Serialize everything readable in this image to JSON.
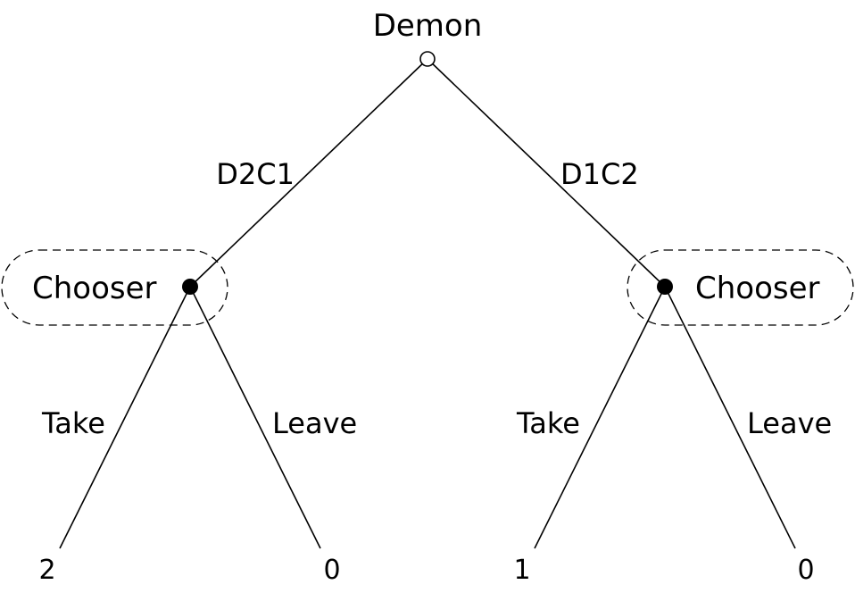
{
  "root": {
    "label": "Demon"
  },
  "branches": [
    {
      "edge_label": "D2C1",
      "player": "Chooser",
      "moves": [
        {
          "label": "Take",
          "payoff": "2"
        },
        {
          "label": "Leave",
          "payoff": "0"
        }
      ]
    },
    {
      "edge_label": "D1C2",
      "player": "Chooser",
      "moves": [
        {
          "label": "Take",
          "payoff": "1"
        },
        {
          "label": "Leave",
          "payoff": "0"
        }
      ]
    }
  ],
  "colors": {
    "line": "#000000",
    "background": "#ffffff",
    "decision_node": "#000000",
    "chance_node": "#ffffff"
  }
}
